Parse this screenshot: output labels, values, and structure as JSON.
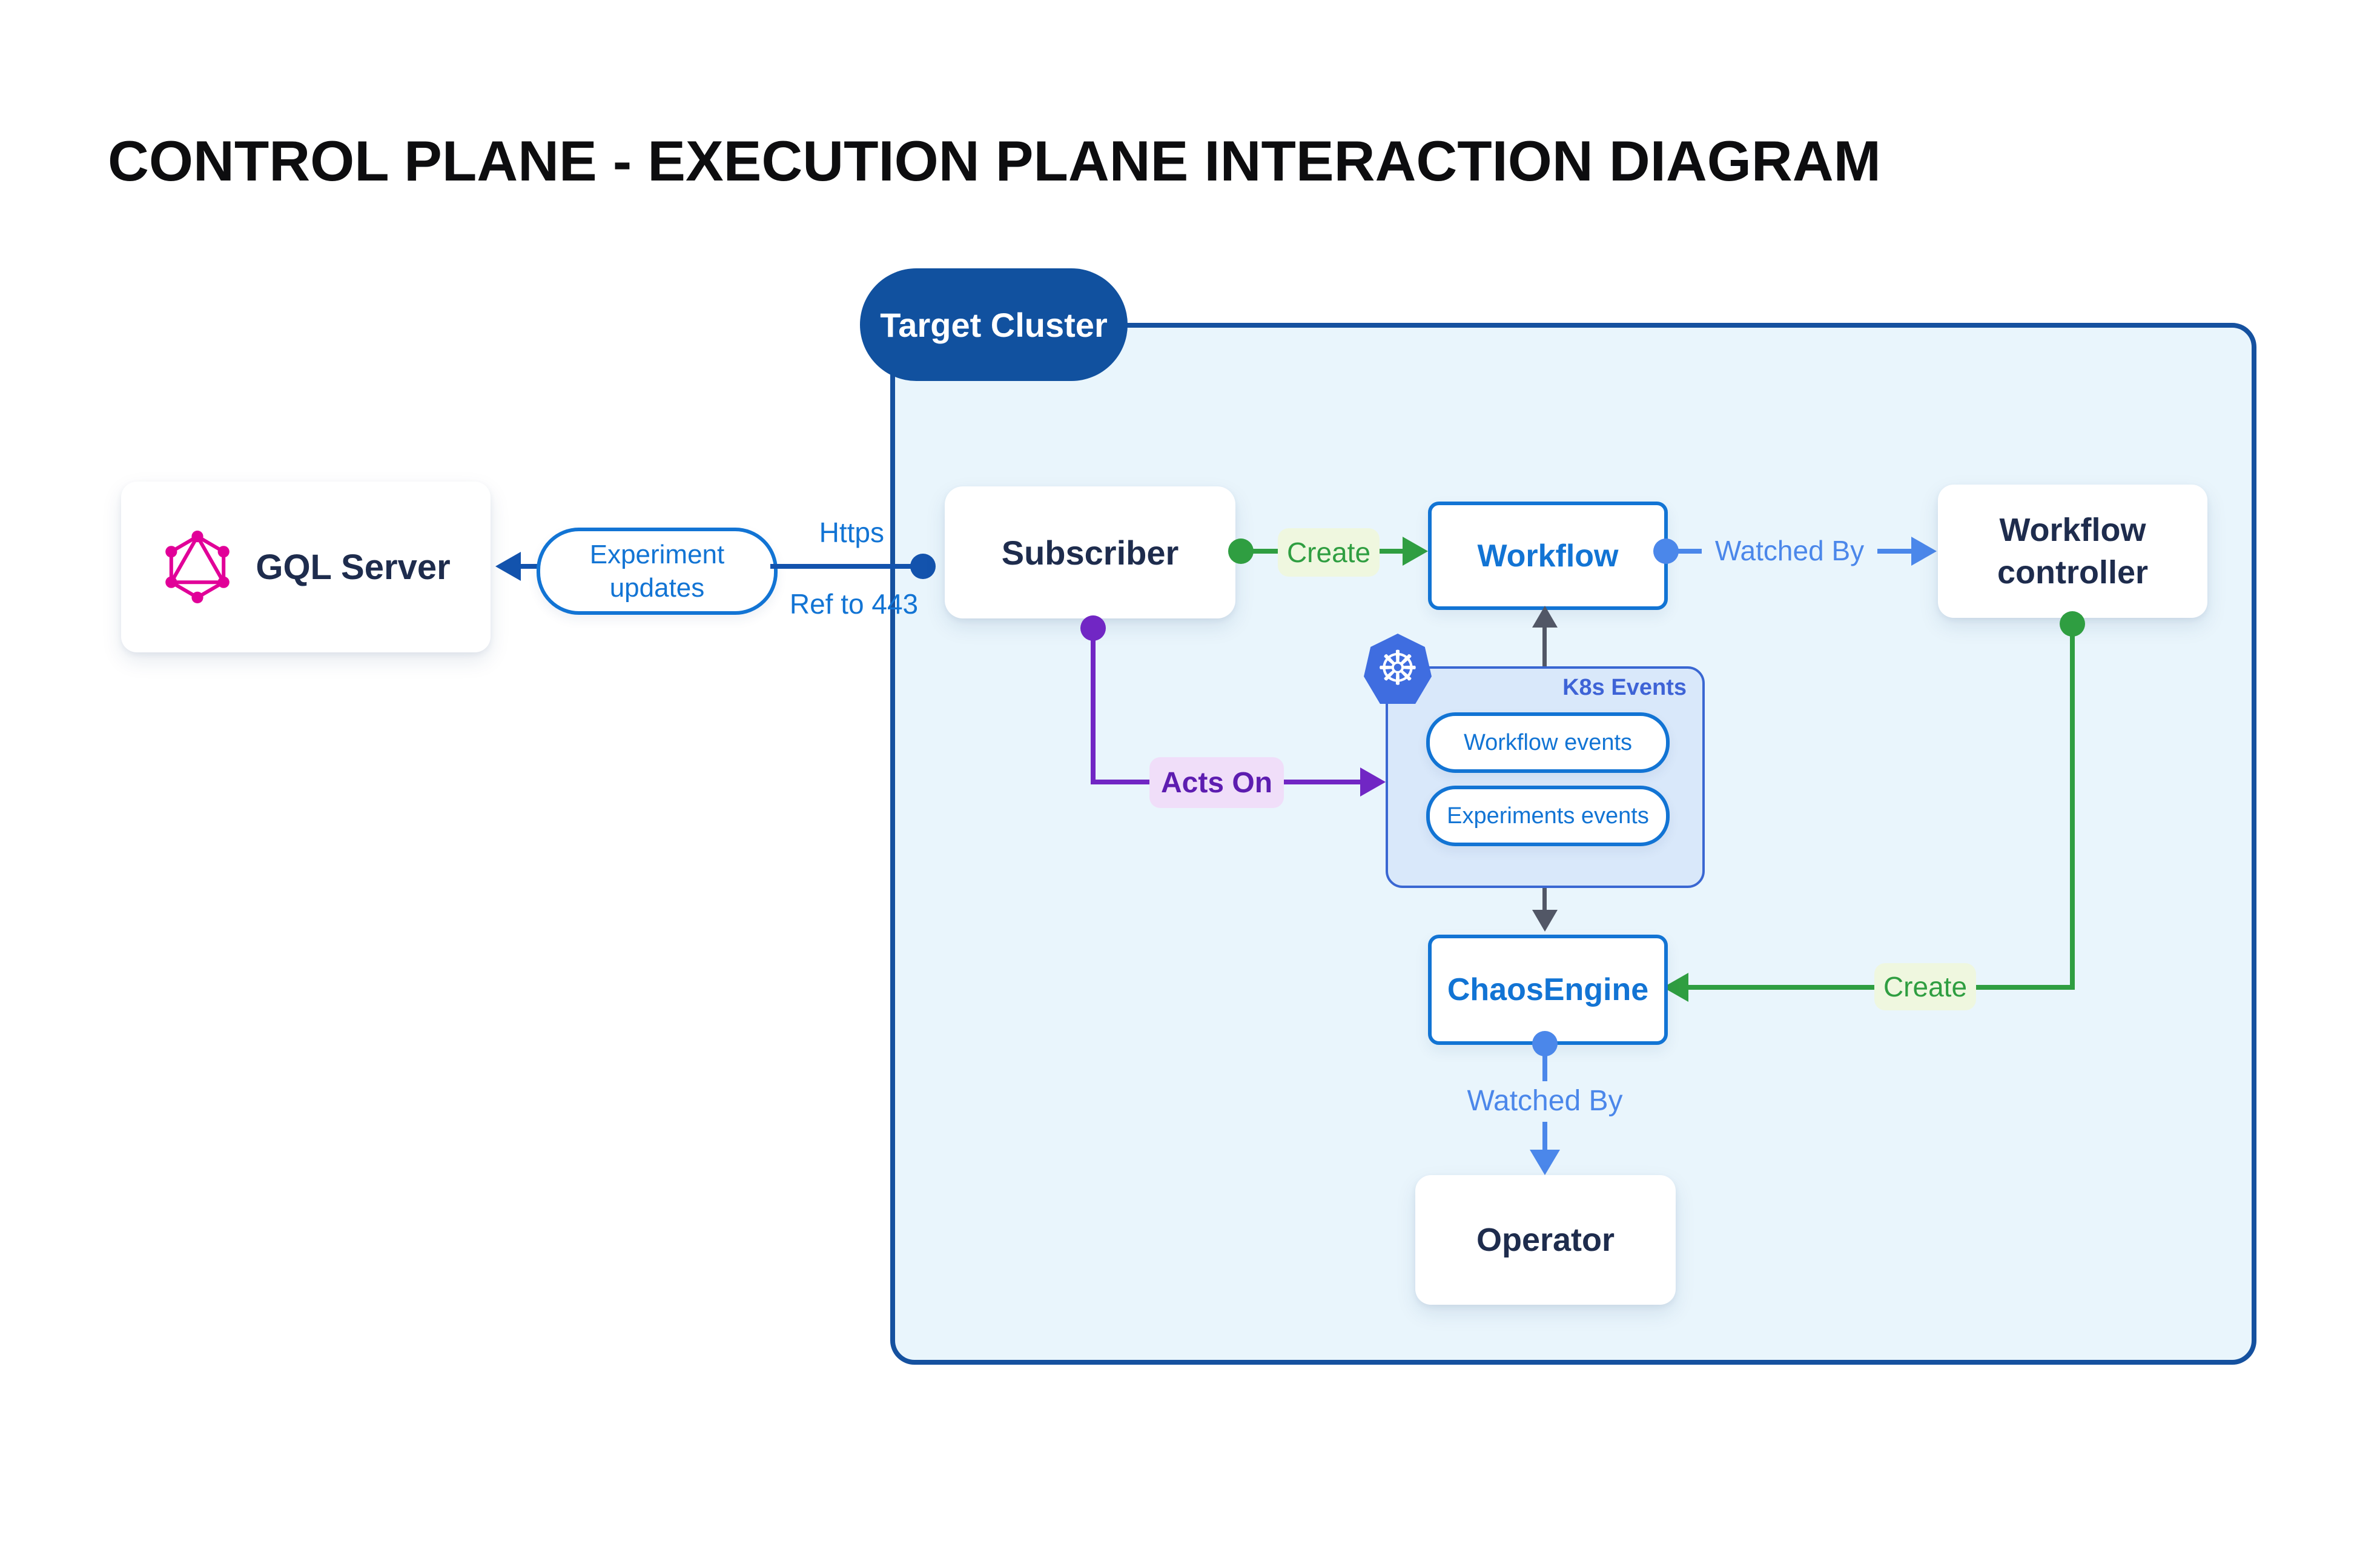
{
  "title": "CONTROL PLANE - EXECUTION PLANE INTERACTION DIAGRAM",
  "cluster": {
    "label": "Target Cluster"
  },
  "nodes": {
    "gql_server": {
      "label": "GQL Server"
    },
    "subscriber": {
      "label": "Subscriber"
    },
    "workflow": {
      "label": "Workflow"
    },
    "workflow_controller": {
      "label": "Workflow controller"
    },
    "chaos_engine": {
      "label": "ChaosEngine"
    },
    "operator": {
      "label": "Operator"
    },
    "k8s_events": {
      "label": "K8s Events",
      "pills": [
        {
          "label": "Workflow events"
        },
        {
          "label": "Experiments events"
        }
      ]
    }
  },
  "edges": {
    "experiment_updates": {
      "label": "Experiment updates"
    },
    "https": "Https",
    "ref_to_443": "Ref to 443",
    "create_left": "Create",
    "watched_by_top": "Watched By",
    "acts_on": "Acts On",
    "create_right": "Create",
    "watched_by_bottom": "Watched By"
  },
  "icons": {
    "graphql": "graphql-hexagon-logo",
    "kubernetes": "kubernetes-wheel-logo"
  },
  "colors": {
    "page_bg": "#ffffff",
    "title_text": "#0d0d0f",
    "cluster_fill": "#e9f5fc",
    "cluster_border": "#15519f",
    "cluster_pill_bg": "#11519f",
    "cluster_pill_text": "#ffffff",
    "card_bg": "#ffffff",
    "navy_text": "#1e2c4d",
    "blue_accent": "#1274d4",
    "blue_dark": "#1353ad",
    "blue_light": "#4b87ea",
    "green": "#2f9e41",
    "green_label_bg": "#eff7df",
    "purple": "#7126c4",
    "purple_text": "#5d1db0",
    "purple_label_bg": "#f0def9",
    "gray": "#525766",
    "k8s_panel_bg": "#d9e8fa",
    "k8s_panel_border": "#3a67d2",
    "k8s_label": "#3e63d6",
    "k8s_icon_bg": "#3f6de0",
    "graphql_pink": "#e10098"
  }
}
